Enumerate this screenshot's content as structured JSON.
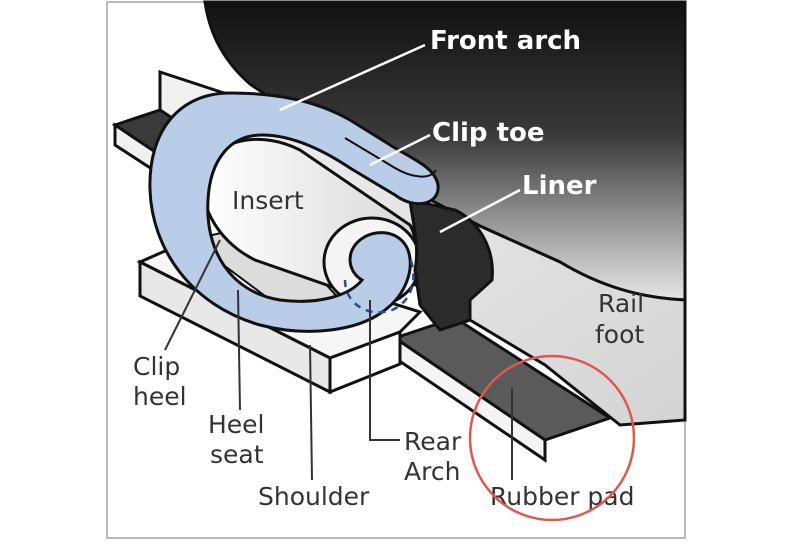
{
  "labels": {
    "front_arch": "Front arch",
    "clip_toe": "Clip toe",
    "liner": "Liner",
    "insert": "Insert",
    "rail_foot_line1": "Rail",
    "rail_foot_line2": "foot",
    "clip_heel_line1": "Clip",
    "clip_heel_line2": "heel",
    "heel_seat_line1": "Heel",
    "heel_seat_line2": "seat",
    "rear_arch_line1": "Rear",
    "rear_arch_line2": "Arch",
    "shoulder": "Shoulder",
    "rubber_pad": "Rubber pad"
  },
  "colors": {
    "clip": "#b9cde9",
    "highlight_circle": "#e0574f",
    "outline": "#1a1a1a",
    "liner": "#2b2b2b",
    "pad": "#555555"
  }
}
